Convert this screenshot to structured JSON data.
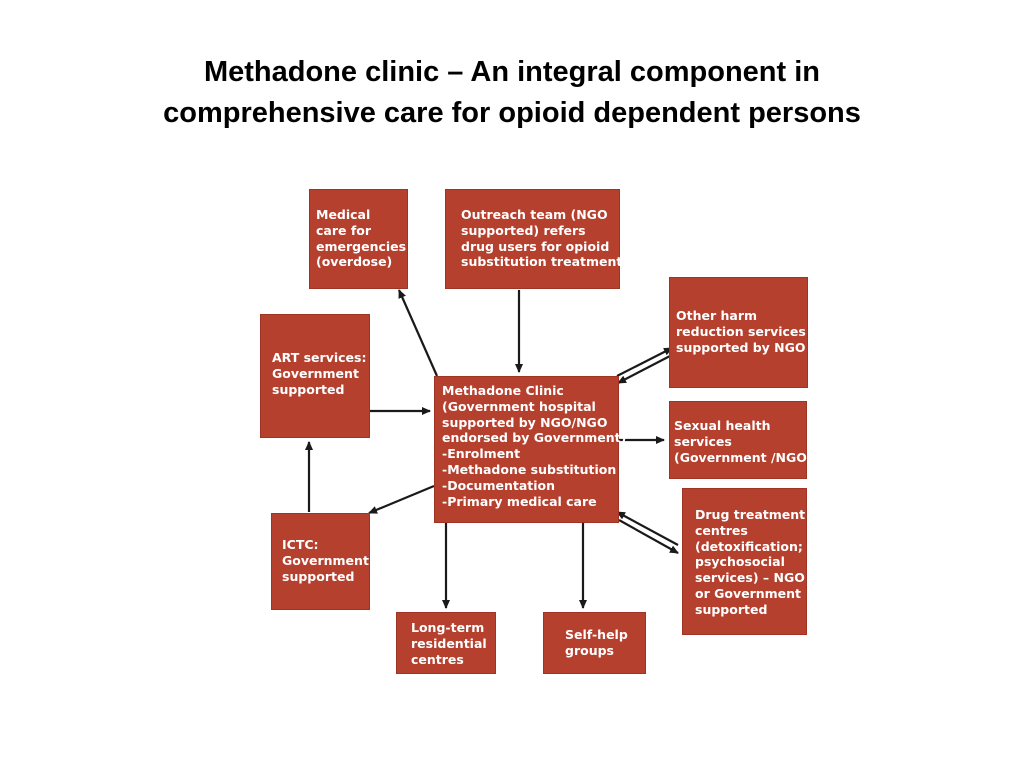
{
  "title": {
    "line1": "Methadone clinic – An integral component in",
    "line2": "comprehensive care for opioid dependent persons"
  },
  "colors": {
    "box_fill": "#b5402e",
    "box_text": "#ffffff",
    "arrow": "#1a1a1a"
  },
  "boxes": {
    "medical": [
      "Medical",
      "care for",
      "emergencies",
      "(overdose)"
    ],
    "outreach": [
      "Outreach team (NGO",
      "supported) refers",
      "drug users for opioid",
      "substitution treatment"
    ],
    "harm": [
      "Other harm",
      "reduction services",
      "supported by NGO"
    ],
    "art": [
      "ART services:",
      "Government",
      "supported"
    ],
    "clinic": [
      "Methadone Clinic",
      "(Government hospital",
      "supported by NGO/NGO",
      "endorsed by Government)",
      "-Enrolment",
      "-Methadone substitution",
      "-Documentation",
      "-Primary medical care"
    ],
    "sexual": [
      "Sexual health",
      "services",
      "(Government /NGO)"
    ],
    "ictc": [
      "ICTC:",
      "Government",
      "supported"
    ],
    "drugtx": [
      "Drug treatment",
      "centres",
      "(detoxification;",
      "psychosocial",
      "services) – NGO",
      "or Government",
      "supported"
    ],
    "longterm": [
      "Long-term",
      "residential",
      "centres"
    ],
    "selfhelp": [
      "Self-help",
      "groups"
    ]
  }
}
